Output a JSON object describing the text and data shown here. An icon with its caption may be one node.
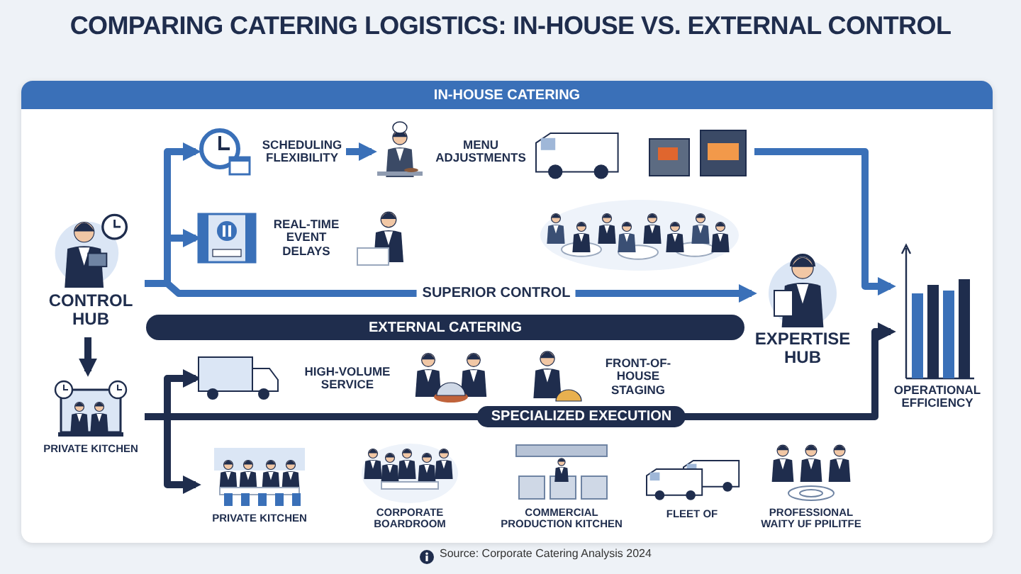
{
  "diagram": {
    "title": "COMPARING CATERING LOGISTICS: IN-HOUSE VS. EXTERNAL CONTROL",
    "caption": "Source: Corporate Catering Analysis 2024",
    "nodes": [
      {
        "text": [
          "IN-HOUSE CATERING"
        ]
      },
      {
        "text": [
          "CONTROL HUB"
        ]
      },
      {
        "text": [
          "SCHEDULING FLEXIBILITY"
        ]
      },
      {
        "text": [
          "MENU ADJUSTMENTS"
        ]
      },
      {
        "text": [
          "REAL-TIME EVENT DELAYS"
        ]
      },
      {
        "text": [],
        "shape": "picture"
      },
      {
        "text": [],
        "shape": "picture"
      },
      {
        "text": [
          "EXPERTISE HUB"
        ]
      },
      {
        "text": [
          "OPERATIONAL EFFICIENCY"
        ]
      },
      {
        "text": [
          "EXTERNAL CATERING"
        ]
      },
      {
        "text": [
          "PRIVATE KITCHEN"
        ]
      },
      {
        "text": [
          "HIGH-VOLUME SERVICE"
        ]
      },
      {
        "text": [
          "FRONT-OF-HOUSE STAGING"
        ]
      },
      {
        "text": [
          "PRIVATE KITCHEN"
        ]
      },
      {
        "text": [
          "CORPORATE BOARDROOM"
        ]
      },
      {
        "text": [
          "COMMERCIAL PRODUCTION KITCHEN"
        ]
      },
      {
        "text": [
          "FLEET OF"
        ]
      },
      {
        "text": [
          "PROFESSIONAL WAITY UF PPILITFE"
        ]
      }
    ],
    "edges": [
      {
        "from": 1,
        "to": 2,
        "arrow": "to"
      },
      {
        "from": 1,
        "to": 4,
        "arrow": "to"
      },
      {
        "from": 1,
        "to": 7,
        "arrow": "to",
        "label": "SUPERIOR CONTROL"
      },
      {
        "from": 2,
        "to": 3,
        "arrow": "to"
      },
      {
        "from": 5,
        "to": 8,
        "arrow": "to"
      },
      {
        "from": 1,
        "to": 10,
        "arrow": "to",
        "color": "#1f2d4d"
      },
      {
        "from": 10,
        "to": 11,
        "arrow": "to",
        "color": "#1f2d4d"
      },
      {
        "from": 10,
        "to": 13,
        "arrow": "to",
        "color": "#1f2d4d"
      },
      {
        "from": 10,
        "to": 8,
        "arrow": "to",
        "label": "SPECIALIZED EXECUTION",
        "color": "#1f2d4d"
      }
    ]
  }
}
